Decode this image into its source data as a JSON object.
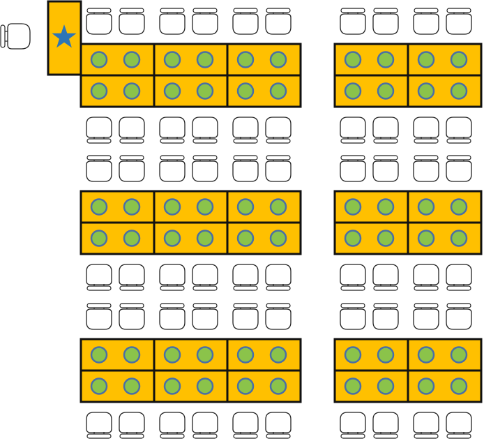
{
  "colors": {
    "table_fill": "#FFC000",
    "table_border": "#111111",
    "seat_dot_fill": "#8BC34A",
    "seat_dot_border": "#4A6FA5",
    "star": "#2E75B6",
    "chair_stroke": "#222222",
    "background": "#FFFFFF"
  },
  "icons": {
    "teacher_chair": "chair-icon",
    "teacher_desk_marker": "star-icon",
    "student_chair": "chair-icon",
    "occupied_seat": "circle-icon"
  },
  "layout": {
    "teacher_desk_count": 1,
    "rows": 3,
    "left_group_tables_per_row": 3,
    "right_group_tables_per_row": 2,
    "table_sections_per_table": 2,
    "seats_per_section": 2,
    "chair_rows_per_table_row": 2
  }
}
